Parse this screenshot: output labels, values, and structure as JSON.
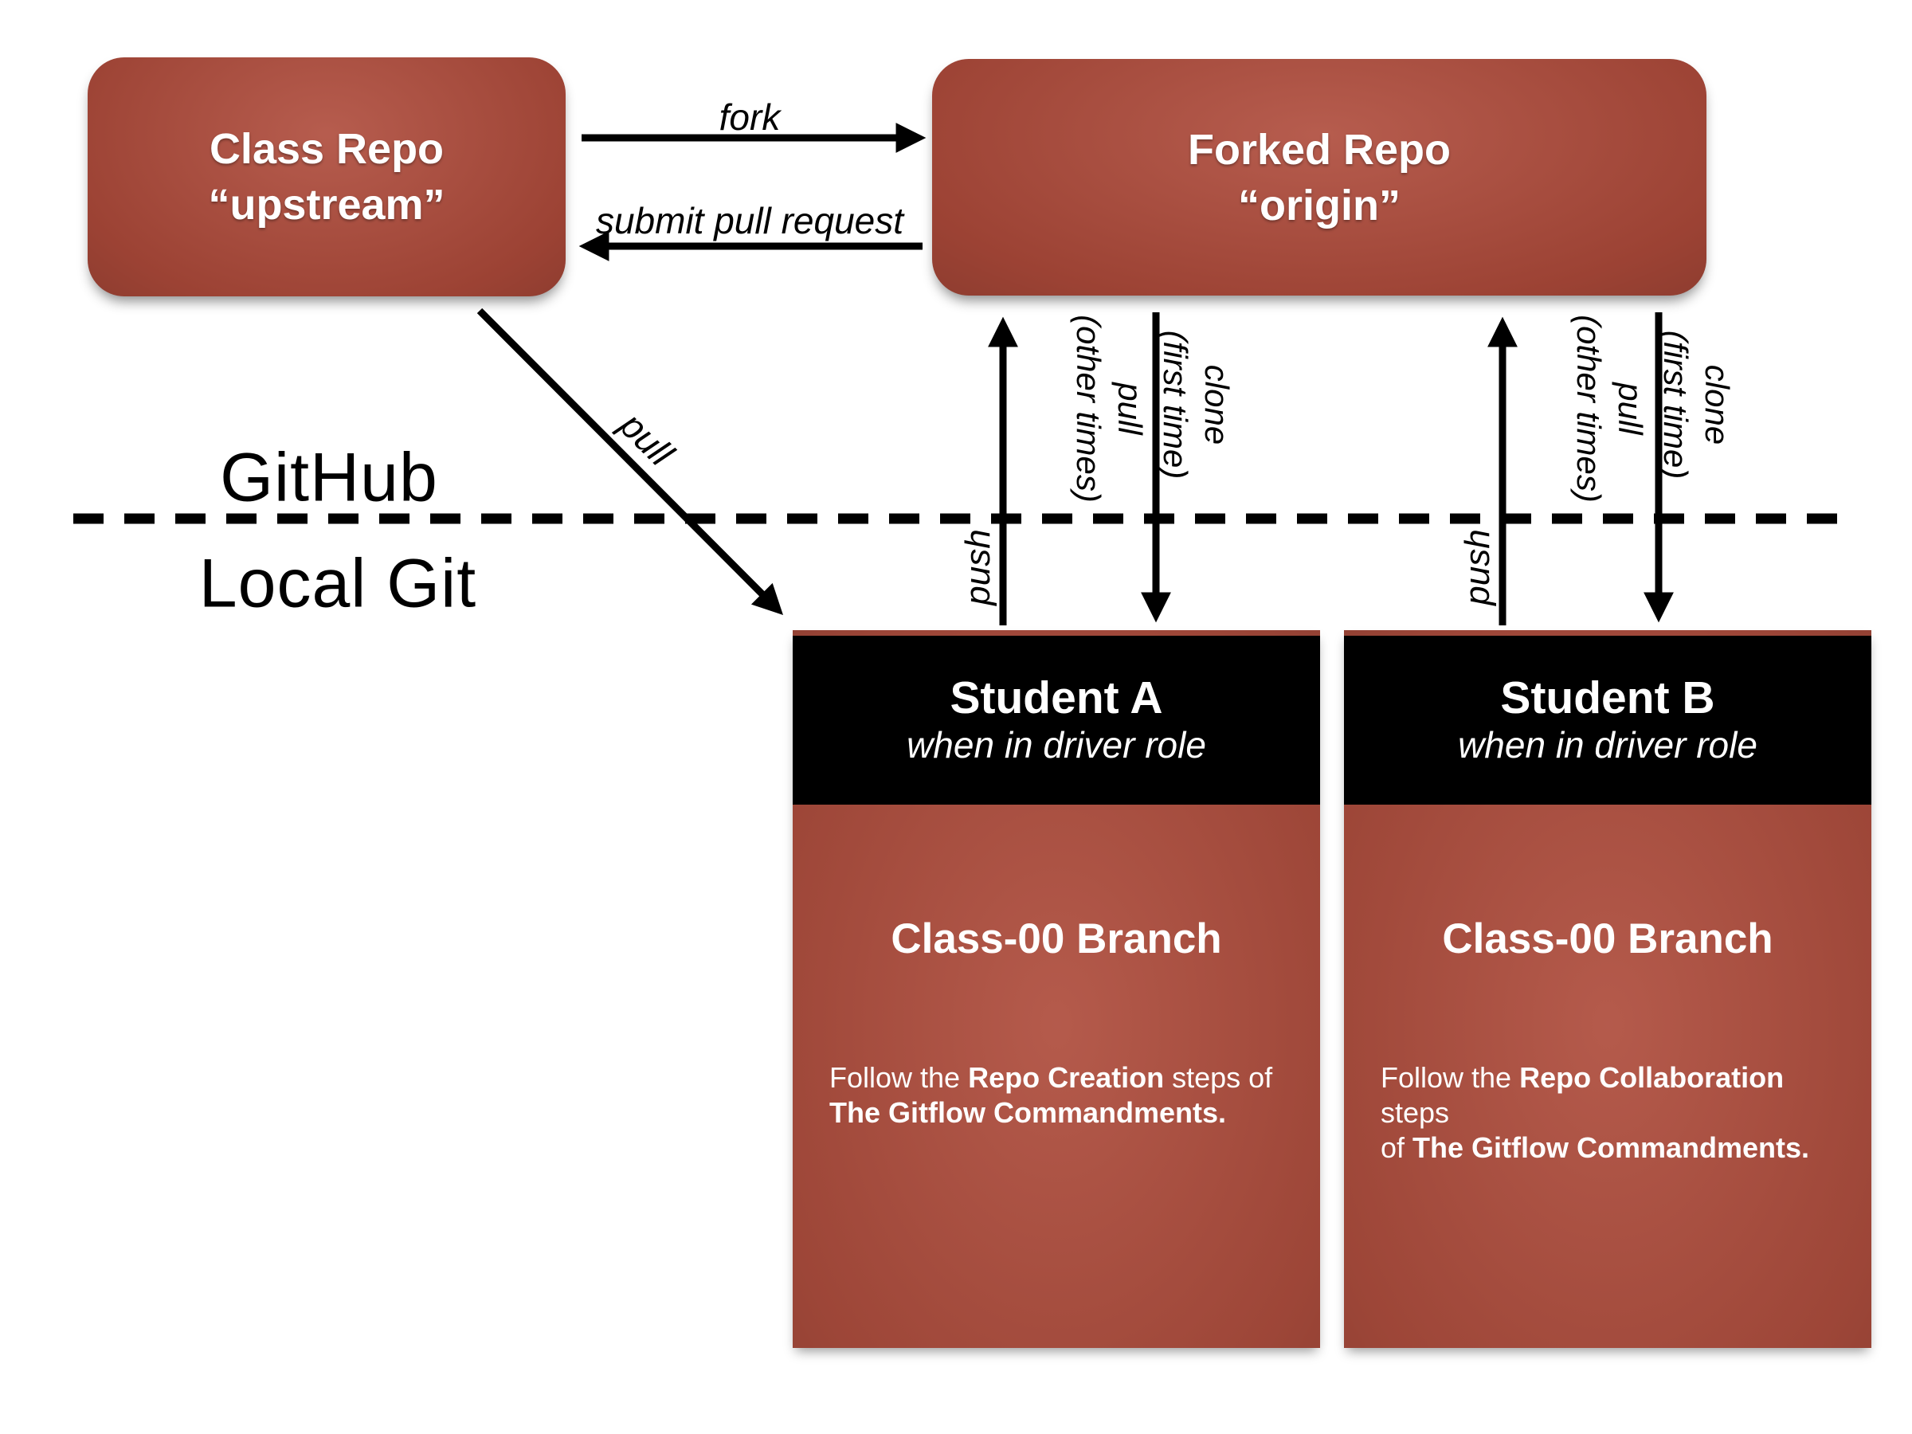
{
  "colors": {
    "repo_box_red": "#ae4a3a",
    "student_body_red": "#af4e3e",
    "header_black": "#000000",
    "line_black": "#000000",
    "text_white": "#ffffff"
  },
  "zones": {
    "top_label": "GitHub",
    "bottom_label": "Local Git"
  },
  "repos": {
    "class_repo": {
      "title": "Class Repo",
      "subtitle": "“upstream”"
    },
    "forked_repo": {
      "title": "Forked Repo",
      "subtitle": "“origin”"
    }
  },
  "arrow_labels": {
    "fork": "fork",
    "submit_pull_request": "submit pull request",
    "pull_diagonal": "pull",
    "push": "push",
    "pull_vertical": {
      "line1": "pull",
      "line2": "(other times)"
    },
    "clone_vertical": {
      "line1": "clone",
      "line2": "(first time)"
    }
  },
  "students": {
    "a": {
      "title": "Student A",
      "role": "when in driver role",
      "branch": "Class-00 Branch",
      "body": {
        "line1_pre": "Follow the ",
        "line1_bold": "Repo Creation",
        "line1_post": " steps of",
        "line2_pre": "",
        "line2_bold": "The Gitflow Commandments."
      }
    },
    "b": {
      "title": "Student B",
      "role": "when in driver role",
      "branch": "Class-00 Branch",
      "body": {
        "line1_pre": "Follow the ",
        "line1_bold": "Repo Collaboration",
        "line1_post": " steps",
        "line2_pre": "of ",
        "line2_bold": "The Gitflow Commandments."
      }
    }
  }
}
